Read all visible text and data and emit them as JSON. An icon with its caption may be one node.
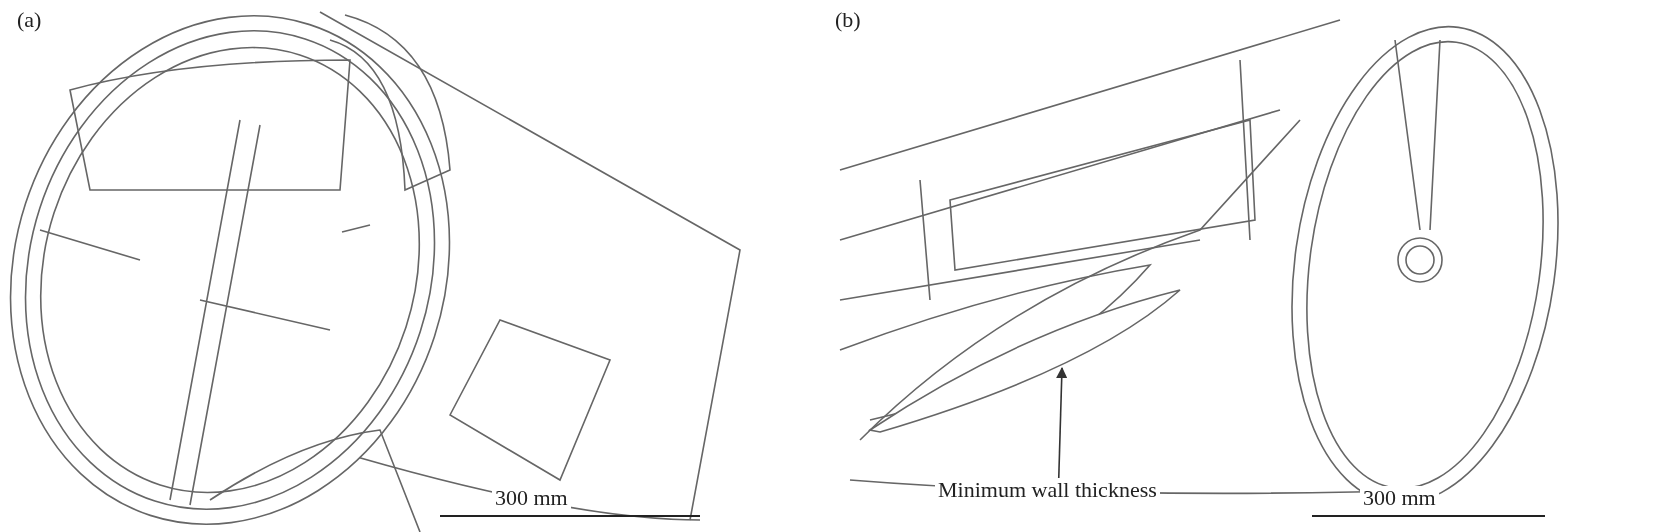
{
  "diagram": {
    "nodes": [
      {
        "text": [
          "Minimum wall thickness"
        ]
      },
      {
        "text": [],
        "shape": "picture"
      }
    ],
    "edges": [
      {
        "from": 0,
        "to": 1,
        "arrow": "to"
      }
    ],
    "labels": [
      "(a)",
      "300 mm",
      "(b)",
      "300 mm"
    ]
  }
}
